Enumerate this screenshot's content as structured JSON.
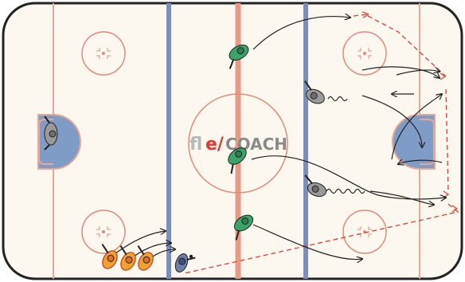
{
  "diagram": {
    "type": "hockey-drill",
    "logo": {
      "prefix": "fl",
      "mark": "e/",
      "suffix": "COACH",
      "prefix_color": "#b9b9b9",
      "mark_color": "#e23b2e",
      "suffix_color": "#8a8a8a"
    },
    "colors": {
      "ice": "#fdf8ef",
      "board": "#222222",
      "center_line": "#e89a86",
      "blue_line": "#7a8fc0",
      "goal_line": "#e7a796",
      "crease": "#7f9cc7",
      "circle": "#e28a78",
      "attacker_team": "#3aa56b",
      "defender_team": "#8e8e8e",
      "line_team": "#f2a12c",
      "coach": "#6d7fa8",
      "pass_line": "#e23b2e",
      "skate_path": "#222222"
    },
    "players": [
      {
        "role": "forward",
        "team": "green",
        "icon": "skater-icon"
      },
      {
        "role": "forward",
        "team": "green",
        "icon": "skater-icon"
      },
      {
        "role": "forward",
        "team": "green",
        "icon": "skater-icon"
      },
      {
        "role": "defender",
        "team": "gray",
        "icon": "skater-icon"
      },
      {
        "role": "defender",
        "team": "gray",
        "icon": "skater-icon"
      },
      {
        "role": "goalie",
        "team": "gray",
        "icon": "goalie-icon"
      },
      {
        "role": "waiting",
        "team": "orange",
        "icon": "skater-icon"
      },
      {
        "role": "waiting",
        "team": "orange",
        "icon": "skater-icon"
      },
      {
        "role": "waiting",
        "team": "orange",
        "icon": "skater-icon"
      },
      {
        "role": "coach",
        "team": "blue",
        "icon": "coach-icon"
      }
    ],
    "paths": [
      {
        "kind": "skate",
        "style": "solid-arrow"
      },
      {
        "kind": "skate-with-puck",
        "style": "wavy"
      },
      {
        "kind": "pass",
        "style": "dashed-arrow"
      }
    ]
  }
}
